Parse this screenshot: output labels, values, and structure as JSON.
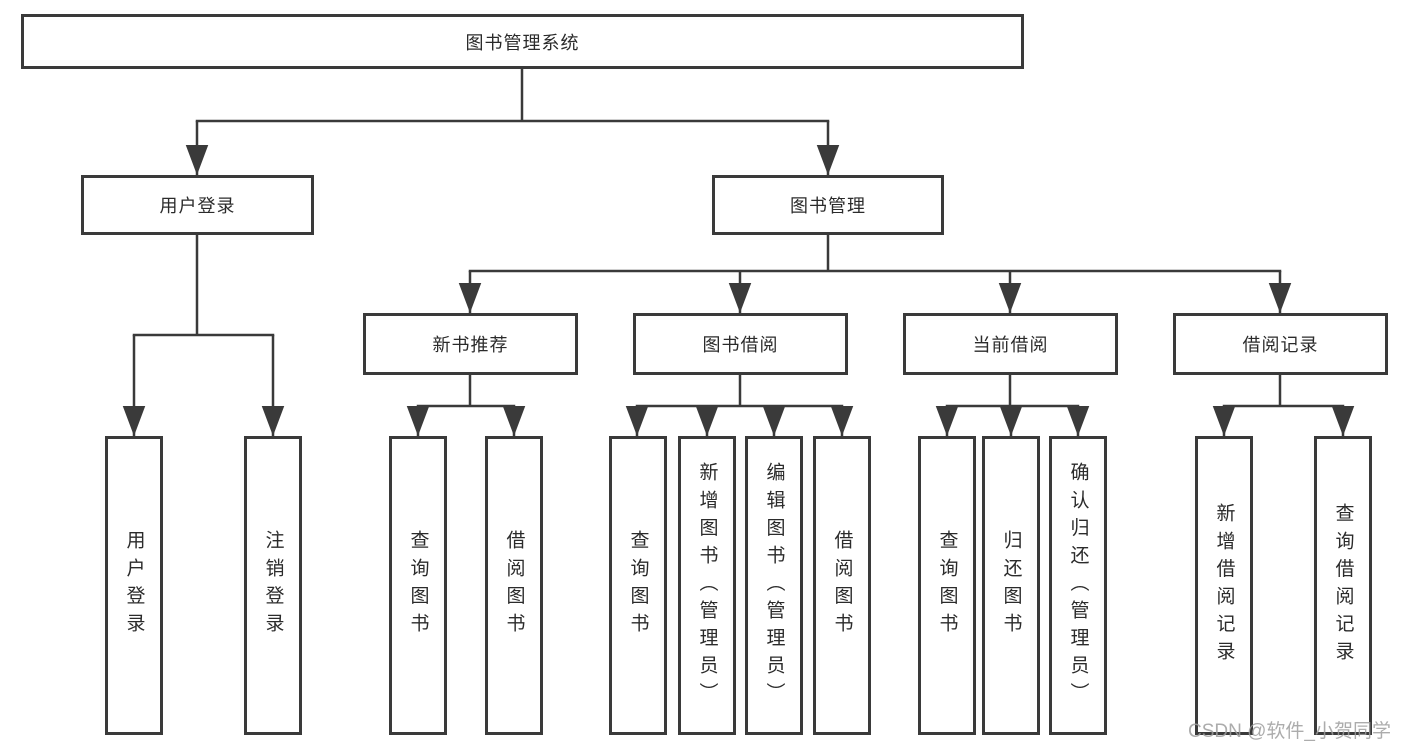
{
  "page": {
    "background": "#ffffff"
  },
  "colors": {
    "line": "#3a3a3a",
    "box_border": "#3a3a3a",
    "text": "#2b2b2b",
    "watermark": "#9e9e9e"
  },
  "watermark": {
    "text": "CSDN @软件_小贺同学"
  },
  "tree": {
    "root": {
      "label": "图书管理系统"
    },
    "level2": [
      {
        "label": "用户登录"
      },
      {
        "label": "图书管理"
      }
    ],
    "level3": [
      {
        "label": "新书推荐",
        "parent": "图书管理"
      },
      {
        "label": "图书借阅",
        "parent": "图书管理"
      },
      {
        "label": "当前借阅",
        "parent": "图书管理"
      },
      {
        "label": "借阅记录",
        "parent": "图书管理"
      }
    ],
    "leaves": [
      {
        "label": "用户登录",
        "parent": "用户登录"
      },
      {
        "label": "注销登录",
        "parent": "用户登录"
      },
      {
        "label": "查询图书",
        "parent": "新书推荐"
      },
      {
        "label": "借阅图书",
        "parent": "新书推荐"
      },
      {
        "label": "查询图书",
        "parent": "图书借阅"
      },
      {
        "label": "新增图书（管理员）",
        "parent": "图书借阅"
      },
      {
        "label": "编辑图书（管理员）",
        "parent": "图书借阅"
      },
      {
        "label": "借阅图书",
        "parent": "图书借阅"
      },
      {
        "label": "查询图书",
        "parent": "当前借阅"
      },
      {
        "label": "归还图书",
        "parent": "当前借阅"
      },
      {
        "label": "确认归还（管理员）",
        "parent": "当前借阅"
      },
      {
        "label": "新增借阅记录",
        "parent": "借阅记录"
      },
      {
        "label": "查询借阅记录",
        "parent": "借阅记录"
      }
    ]
  }
}
